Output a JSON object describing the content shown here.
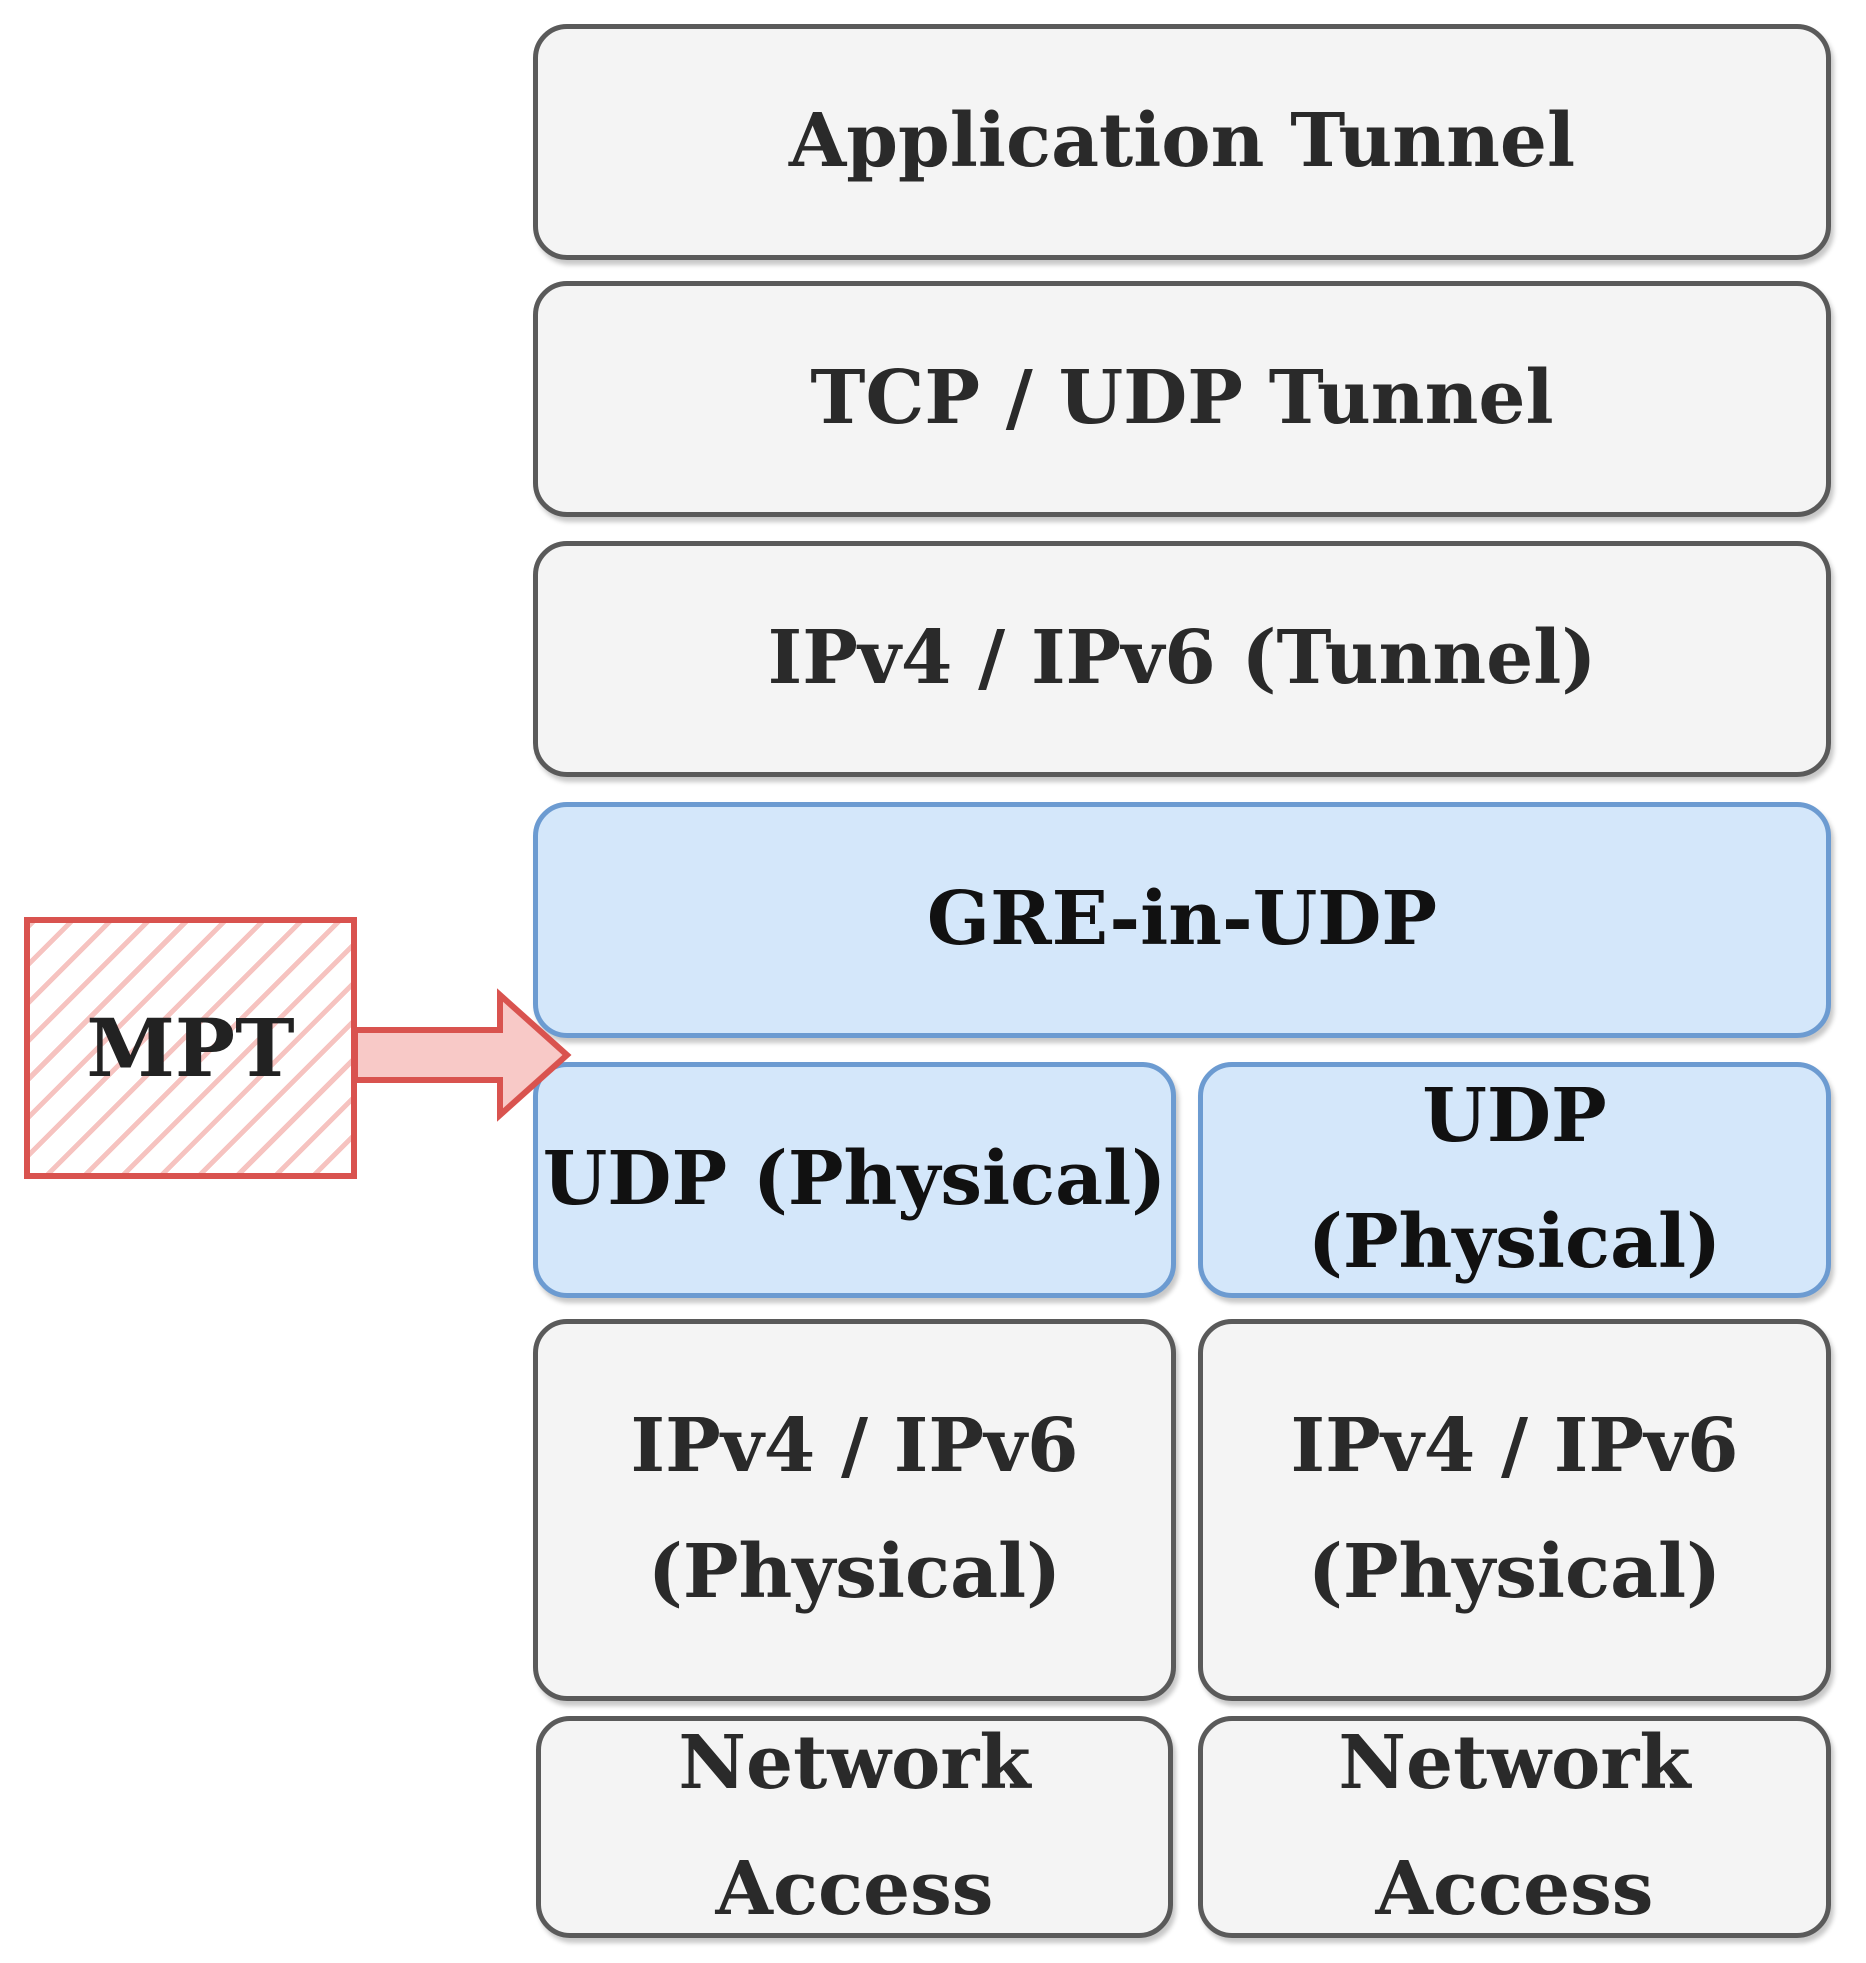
{
  "layers": {
    "application_tunnel": "Application Tunnel",
    "tcp_udp_tunnel": "TCP / UDP Tunnel",
    "ip_tunnel": "IPv4 / IPv6 (Tunnel)",
    "gre_in_udp": "GRE-in-UDP",
    "udp_physical_left": "UDP (Physical)",
    "udp_physical_right": "UDP (Physical)",
    "ip_physical_left": {
      "line1": "IPv4 / IPv6",
      "line2": "(Physical)"
    },
    "ip_physical_right": {
      "line1": "IPv4 / IPv6",
      "line2": "(Physical)"
    },
    "network_access_left": "Network Access",
    "network_access_right": "Network Access"
  },
  "mpt": {
    "label": "MPT"
  },
  "colors": {
    "gray_fill": "#f4f4f4",
    "gray_border": "#5a5a5a",
    "blue_fill": "#d4e7fa",
    "blue_border": "#6c9bd1",
    "mpt_border": "#d9534f",
    "mpt_hatch": "#f6c3c0",
    "arrow_fill": "#f8c9c7"
  }
}
